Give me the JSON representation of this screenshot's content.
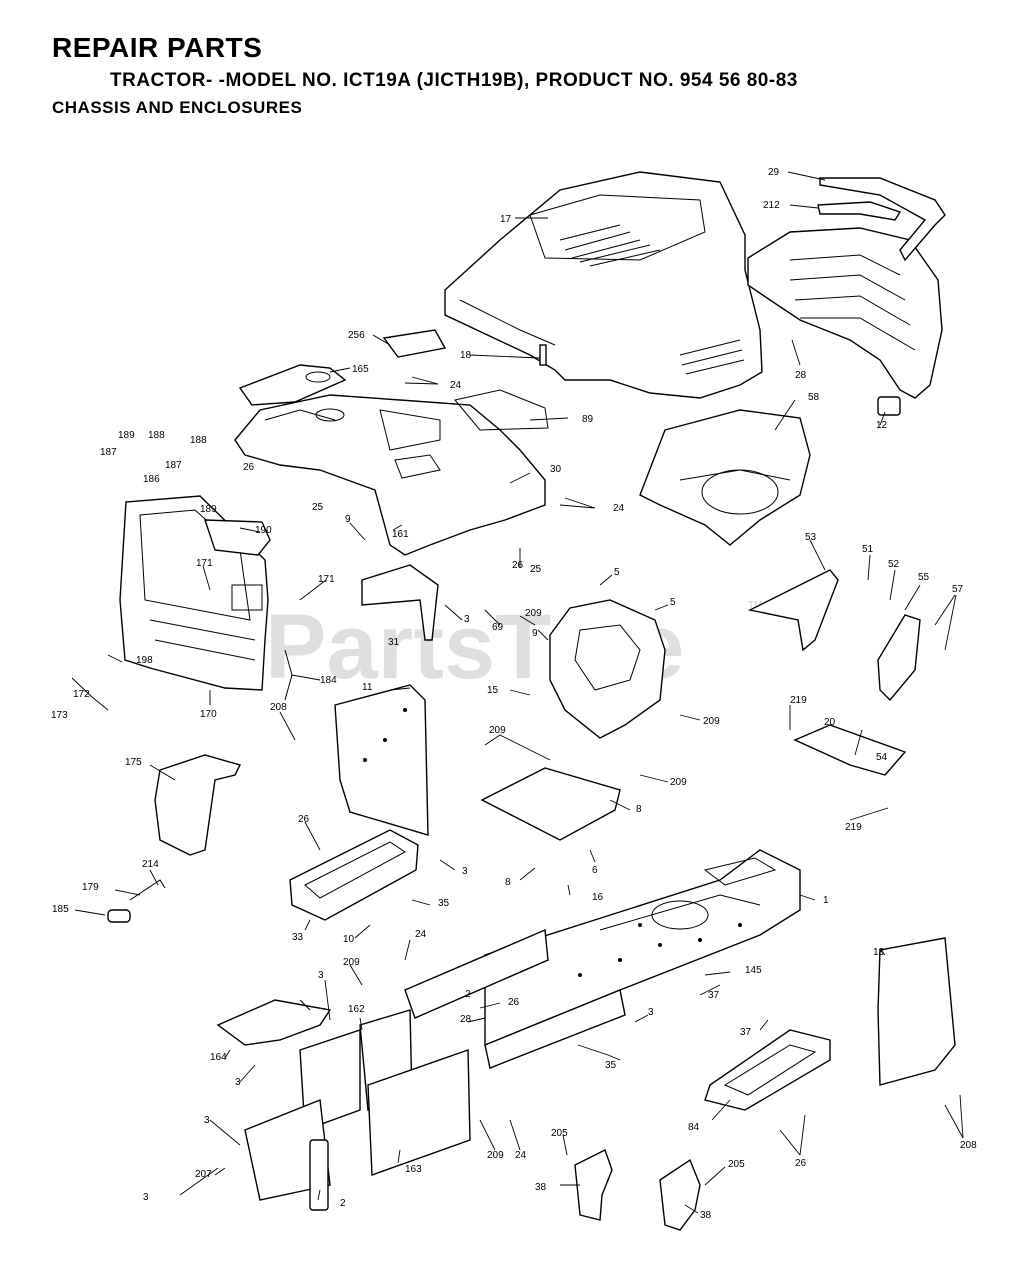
{
  "header": {
    "title": "REPAIR PARTS",
    "model_line": "TRACTOR- -MODEL NO. ICT19A (JICTH19B), PRODUCT NO. 954 56 80-83",
    "section": "CHASSIS AND ENCLOSURES"
  },
  "watermark": {
    "text": "PartsTree",
    "tm": "TM"
  },
  "part_labels": {
    "l29": "29",
    "l212": "212",
    "l17": "17",
    "l28": "28",
    "l12": "12",
    "l18": "18",
    "l256": "256",
    "l165": "165",
    "l24a": "24",
    "l89": "89",
    "l58": "58",
    "l189a": "189",
    "l188a": "188",
    "l187a": "187",
    "l188b": "188",
    "l187b": "187",
    "l186": "186",
    "l189b": "189",
    "l26a": "26",
    "l25a": "25",
    "l30": "30",
    "l24b": "24",
    "l9a": "9",
    "l161": "161",
    "l26b": "26",
    "l25b": "25",
    "l190": "190",
    "l171a": "171",
    "l171b": "171",
    "l53": "53",
    "l51": "51",
    "l52": "52",
    "l55": "55",
    "l57": "57",
    "l5a": "5",
    "l5b": "5",
    "l3a": "3",
    "l31": "31",
    "l69": "69",
    "l209a": "209",
    "l9b": "9",
    "l198": "198",
    "l172": "172",
    "l173": "173",
    "l170": "170",
    "l184": "184",
    "l11": "11",
    "l15": "15",
    "l209b": "209",
    "l54": "54",
    "l219a": "219",
    "l20": "20",
    "l208a": "208",
    "l209c": "209",
    "l209d": "209",
    "l8a": "8",
    "l219b": "219",
    "l175": "175",
    "l26c": "26",
    "l3b": "3",
    "l6": "6",
    "l8b": "8",
    "l214": "214",
    "l16": "16",
    "l179": "179",
    "l35a": "35",
    "l185": "185",
    "l33": "33",
    "l10": "10",
    "l1": "1",
    "l24c": "24",
    "l13": "13",
    "l209e": "209",
    "l145": "145",
    "l3c": "3",
    "l162": "162",
    "l2a": "2",
    "l26d": "26",
    "l28b": "28",
    "l37a": "37",
    "l37b": "37",
    "l164": "164",
    "l3d": "3",
    "l3e": "3",
    "l35b": "35",
    "l84": "84",
    "l3f": "3",
    "l163": "163",
    "l209f": "209",
    "l24d": "24",
    "l26e": "26",
    "l208b": "208",
    "l205a": "205",
    "l207": "207",
    "l3g": "3",
    "l2b": "2",
    "l38a": "38",
    "l205b": "205",
    "l38b": "38"
  }
}
